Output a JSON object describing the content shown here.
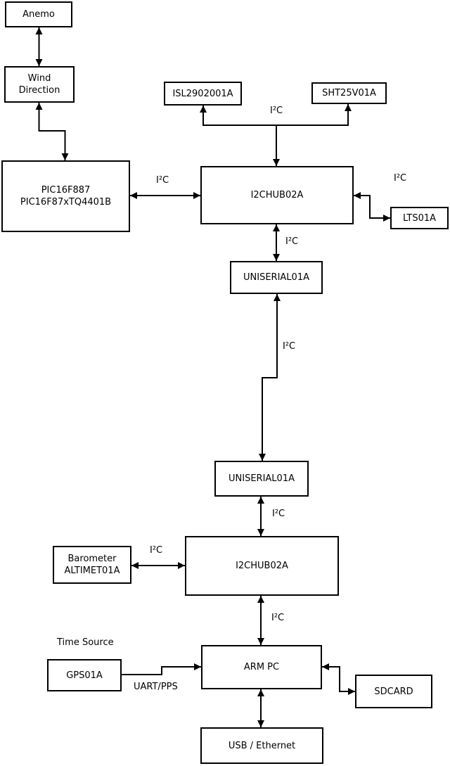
{
  "diagram": {
    "title_hint": "sensor-system-block-diagram",
    "colors": {
      "background": "#ffffff",
      "box_fill": "#ffffff",
      "line": "#000000",
      "text": "#000000"
    },
    "nodes": {
      "anemo": {
        "label": "Anemo"
      },
      "wind_direction": {
        "label": "Wind\nDirection"
      },
      "pic": {
        "label": "PIC16F887\nPIC16F87xTQ4401B"
      },
      "isl": {
        "label": "ISL2902001A"
      },
      "sht": {
        "label": "SHT25V01A"
      },
      "i2c_hub_1": {
        "label": "I2CHUB02A"
      },
      "lts": {
        "label": "LTS01A"
      },
      "uniserial_1": {
        "label": "UNISERIAL01A"
      },
      "uniserial_2": {
        "label": "UNISERIAL01A"
      },
      "i2c_hub_2": {
        "label": "I2CHUB02A"
      },
      "barometer": {
        "label": "Barometer\nALTIMET01A"
      },
      "gps": {
        "label": "GPS01A"
      },
      "arm_pc": {
        "label": "ARM PC"
      },
      "sdcard": {
        "label": "SDCARD"
      },
      "usb_ethernet": {
        "label": "USB / Ethernet"
      }
    },
    "edge_labels": {
      "i2c_sensor_bus_top": "I²C",
      "i2c_pic_hub1": "I²C",
      "i2c_hub1_lts": "I²C",
      "i2c_hub1_uniserial1": "I²C",
      "i2c_uniserial_link": "I²C",
      "i2c_uniserial2_hub2": "I²C",
      "i2c_barometer_hub2": "I²C",
      "i2c_hub2_armpc": "I²C"
    },
    "annotations": {
      "time_source": "Time Source",
      "uart_pps": "UART/PPS"
    }
  }
}
